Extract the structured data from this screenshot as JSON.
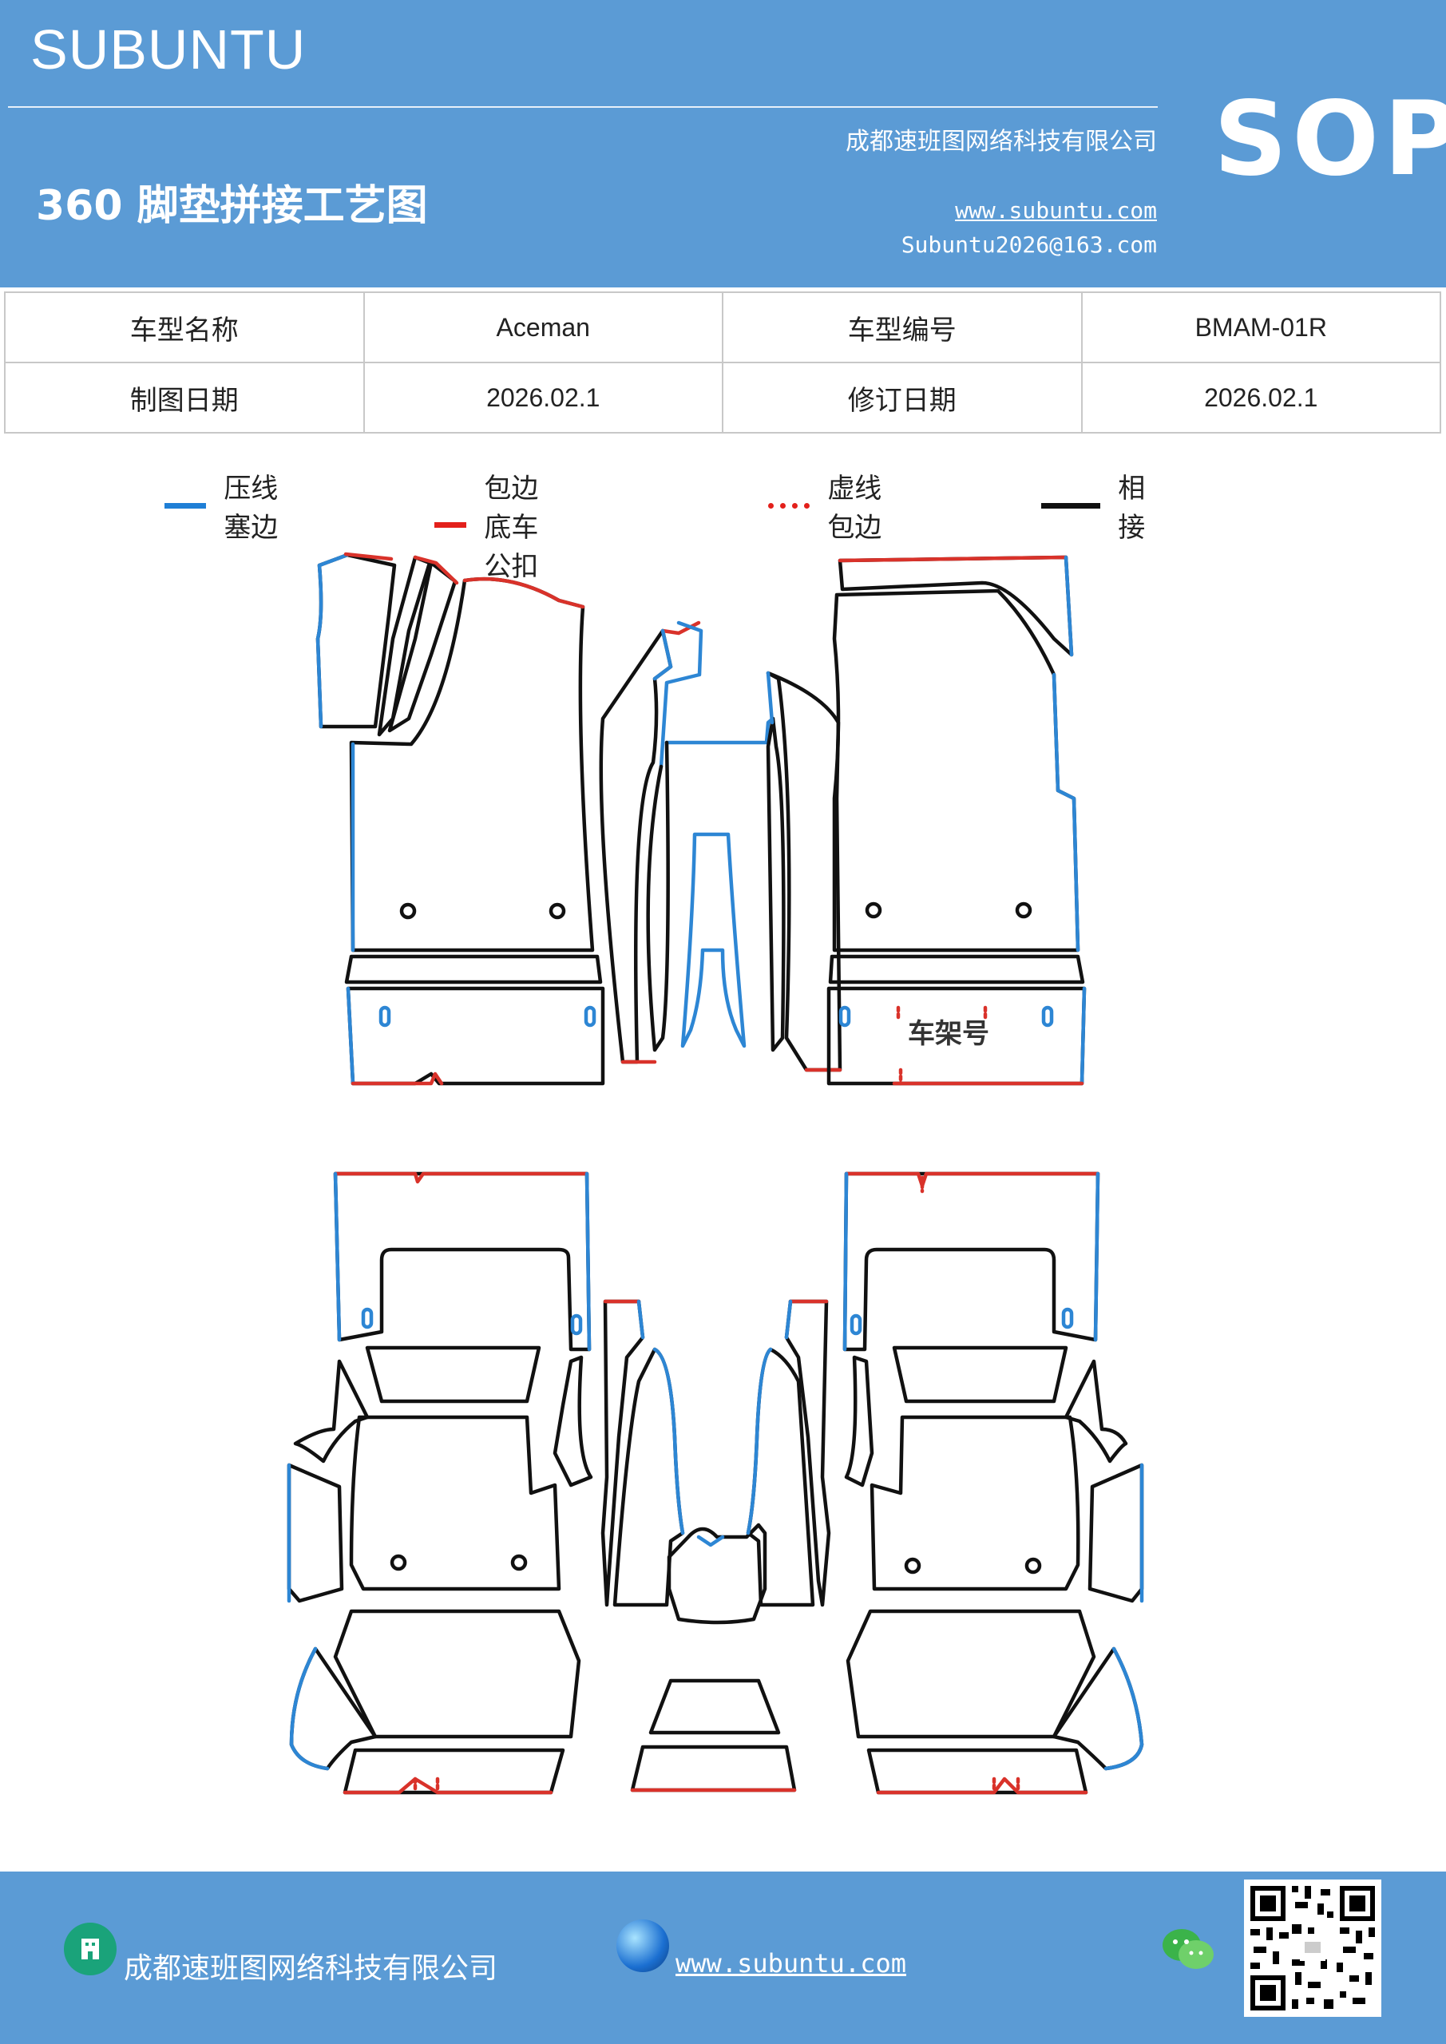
{
  "header": {
    "brand": "SUBUNTU",
    "title": "360 脚垫拼接工艺图",
    "company": "成都速班图网络科技有限公司",
    "website": "www.subuntu.com",
    "email": "Subuntu2026@163.com",
    "badge": "SOP"
  },
  "info_table": {
    "model_name_label": "车型名称",
    "model_name_value": "Aceman",
    "model_code_label": "车型编号",
    "model_code_value": "BMAM-01R",
    "draw_date_label": "制图日期",
    "draw_date_value": "2026.02.1",
    "revision_date_label": "修订日期",
    "revision_date_value": "2026.02.1"
  },
  "legend": [
    {
      "label": "压线塞边",
      "color": "#1f7fd6",
      "style": "solid"
    },
    {
      "label": "包边底车公扣",
      "color": "#e3201b",
      "style": "solid"
    },
    {
      "label": "虚线包边",
      "color": "#e3201b",
      "style": "dotted"
    },
    {
      "label": "相接",
      "color": "#111111",
      "style": "solid"
    }
  ],
  "diagram": {
    "vin_label": "车架号",
    "colors": {
      "blue": "#2d86d4",
      "red": "#d9322a",
      "black": "#111111"
    }
  },
  "footer": {
    "company": "成都速班图网络科技有限公司",
    "website": "www.subuntu.com",
    "icons": [
      "company-icon",
      "globe-icon",
      "wechat-icon",
      "qr-code"
    ]
  }
}
